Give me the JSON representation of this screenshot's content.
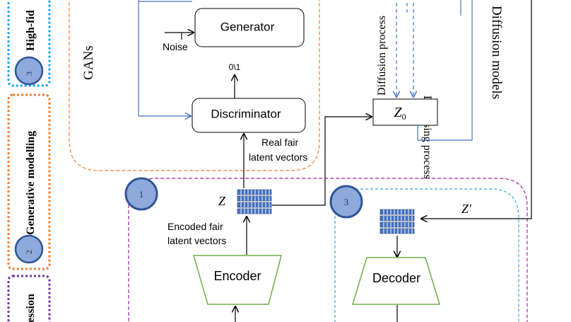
{
  "legend": {
    "items": [
      {
        "number": "3",
        "label": "High-fid"
      },
      {
        "number": "2",
        "label": "Generative modelling"
      },
      {
        "number": "",
        "label": "ession"
      }
    ]
  },
  "gans": {
    "title": "GANs",
    "generator_label": "Generator",
    "noise_label": "Noise",
    "output_label": "0\\1",
    "discriminator_label": "Discriminator",
    "real_vectors_label_line1": "Real fair",
    "real_vectors_label_line2": "latent vectors"
  },
  "diffusion": {
    "title": "Diffusion models",
    "diffusion_process_label": "Diffusion process",
    "denoising_process_label": "Denoising process",
    "z0_label": "Z",
    "z0_subscript": "0"
  },
  "encoder_block": {
    "badge": "1",
    "z_label": "Z",
    "encoded_label_line1": "Encoded fair",
    "encoded_label_line2": "latent vectors",
    "encoder_label": "Encoder"
  },
  "decoder_block": {
    "badge": "3",
    "z_prime_label": "Z′",
    "decoder_label": "Decoder"
  },
  "colors": {
    "orange": "#ED7D31",
    "badge_fill": "#8EAADB",
    "badge_stroke": "#2F5597",
    "flow_blue": "#4472C4",
    "magenta": "#A020A0",
    "cyan": "#2EA8D8",
    "green": "#70AD47",
    "legend_blue": "#1CA3EC",
    "legend_purple": "#7030A0"
  }
}
